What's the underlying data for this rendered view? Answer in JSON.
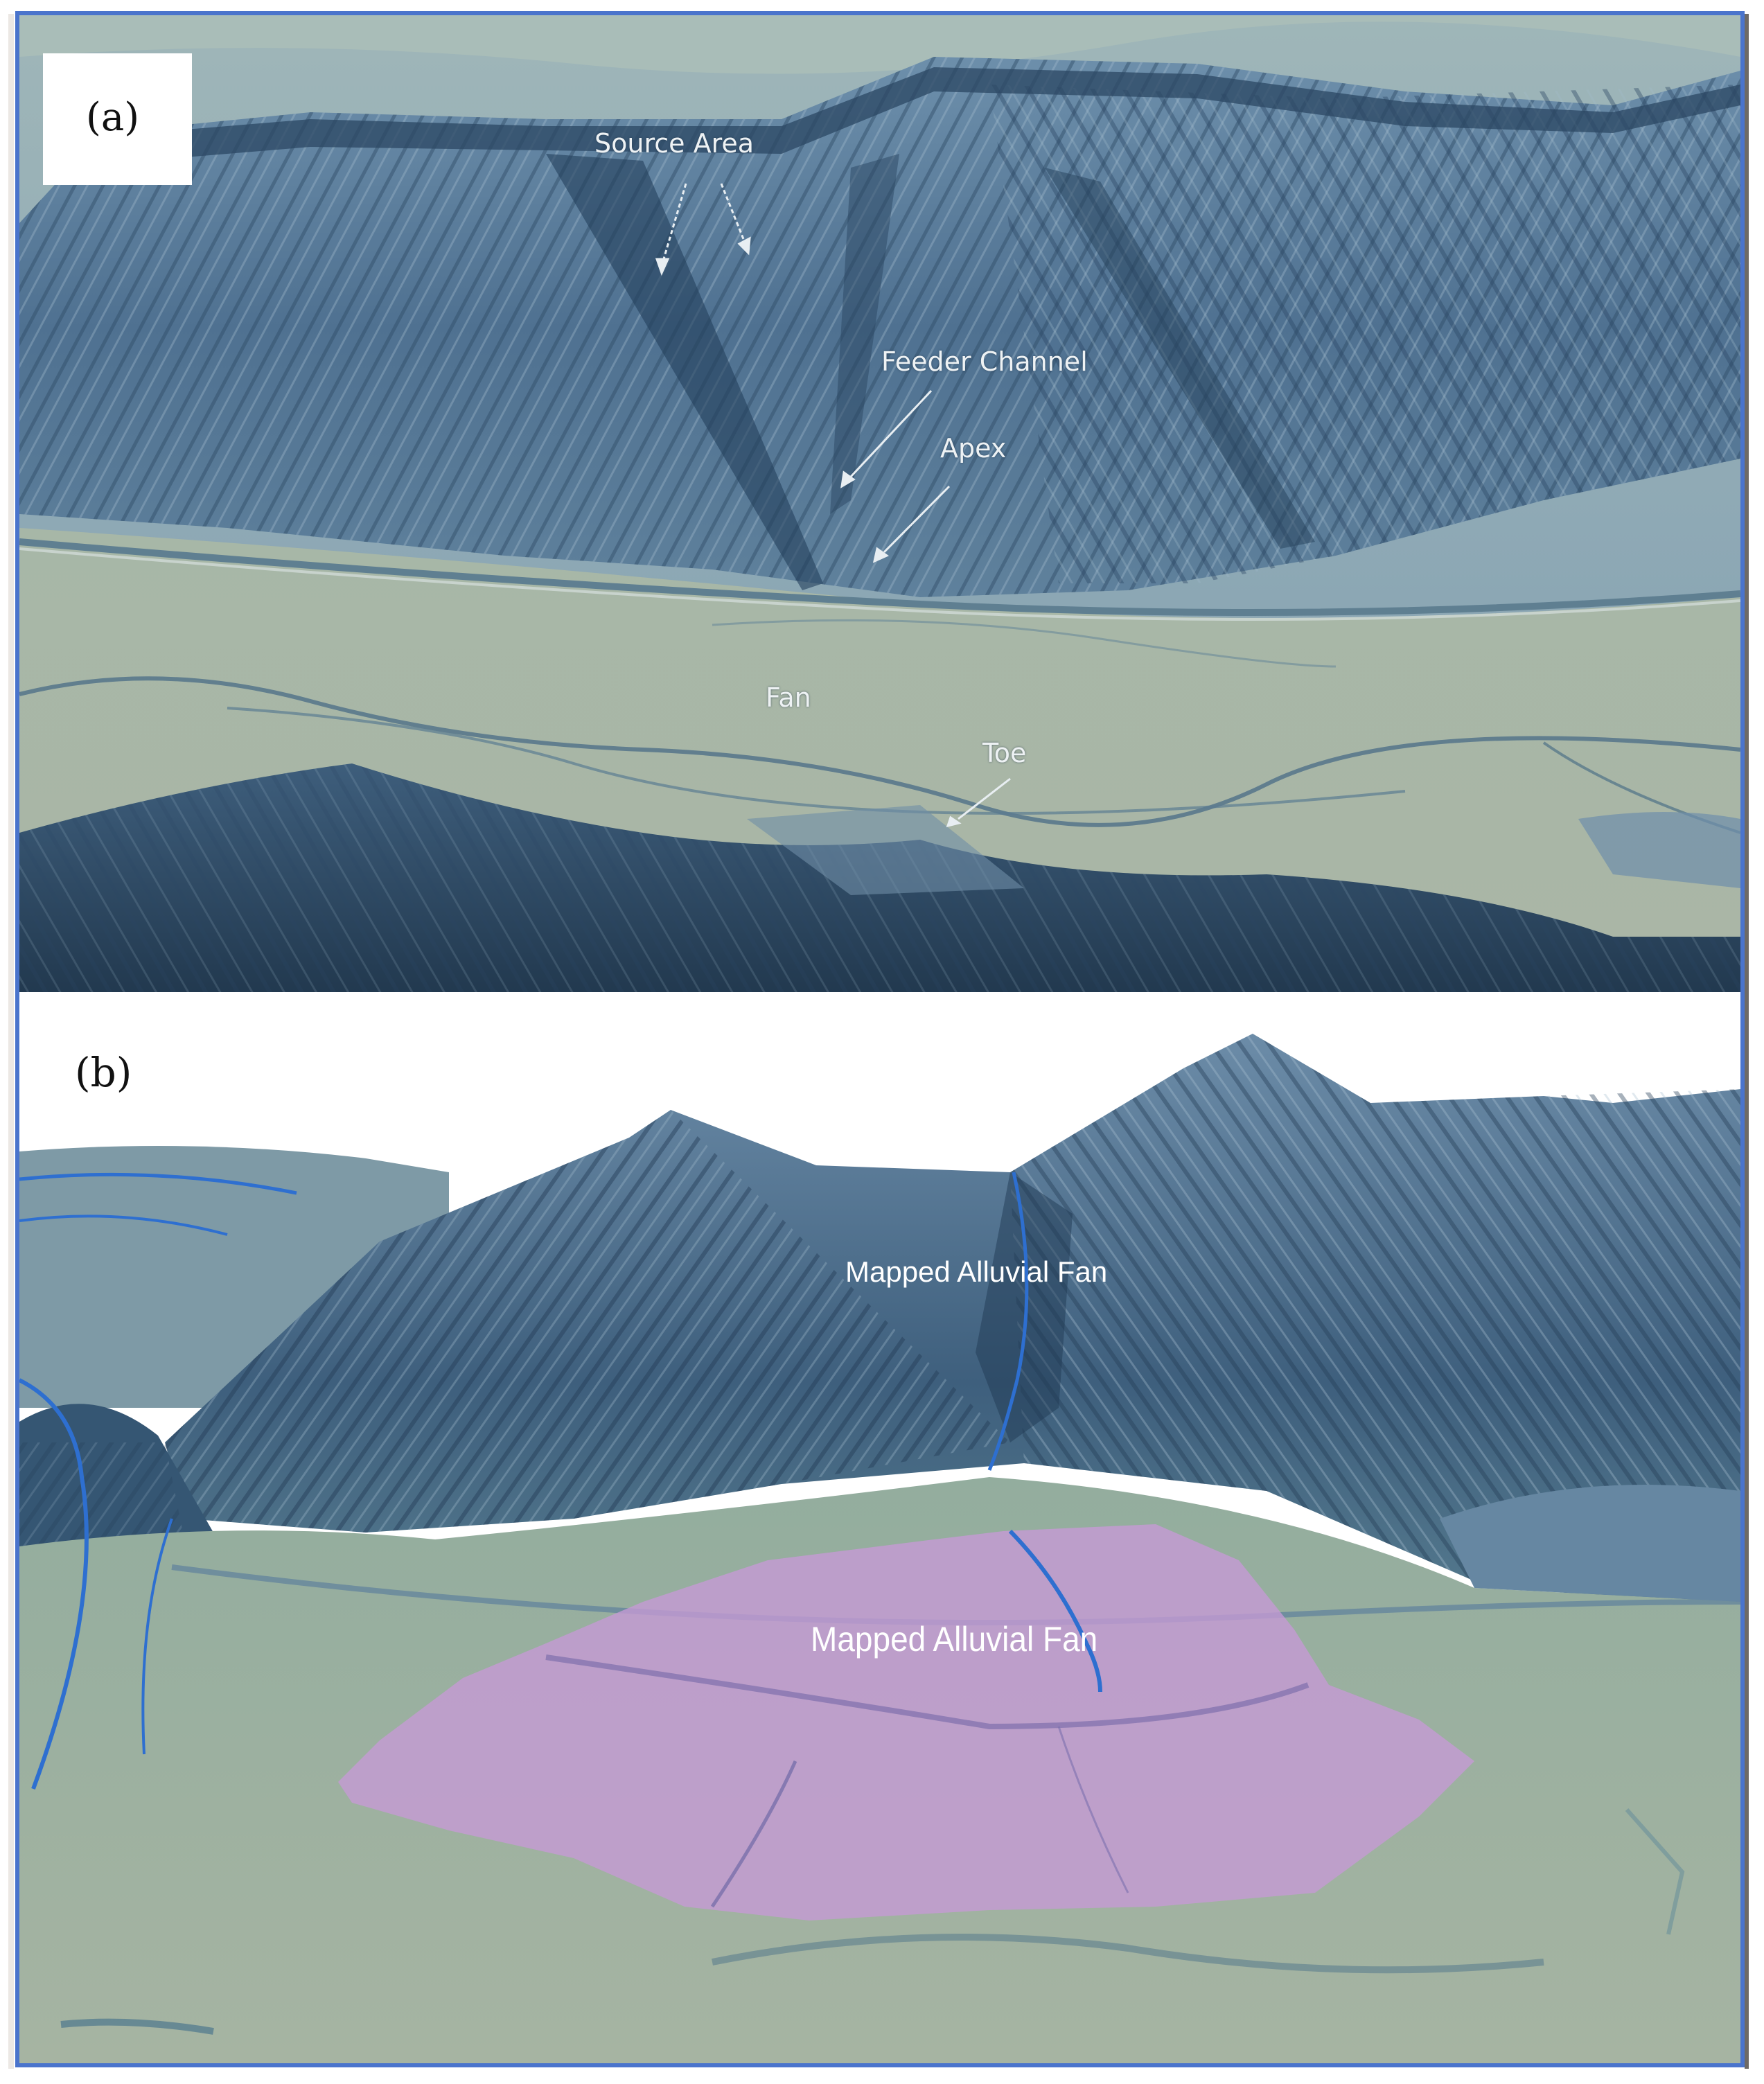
{
  "figure": {
    "panels": [
      {
        "id": "a",
        "letter": "(a)",
        "annotations": {
          "source_area": "Source Area",
          "feeder_channel": "Feeder Channel",
          "apex": "Apex",
          "fan": "Fan",
          "toe": "Toe"
        }
      },
      {
        "id": "b",
        "letter": "(b)",
        "annotations": {
          "upper_label": "Mapped Alluvial Fan",
          "fan_label": "Mapped Alluvial Fan"
        }
      }
    ],
    "colors": {
      "frame_border": "#4a74cc",
      "terrain_dark": "#2c4560",
      "terrain_mid": "#5a7c98",
      "terrain_light": "#8fa9b9",
      "valley_floor": "#a9b8a8",
      "stream_blue": "#2e6fd0",
      "fan_overlay": "#c79ad6"
    }
  }
}
